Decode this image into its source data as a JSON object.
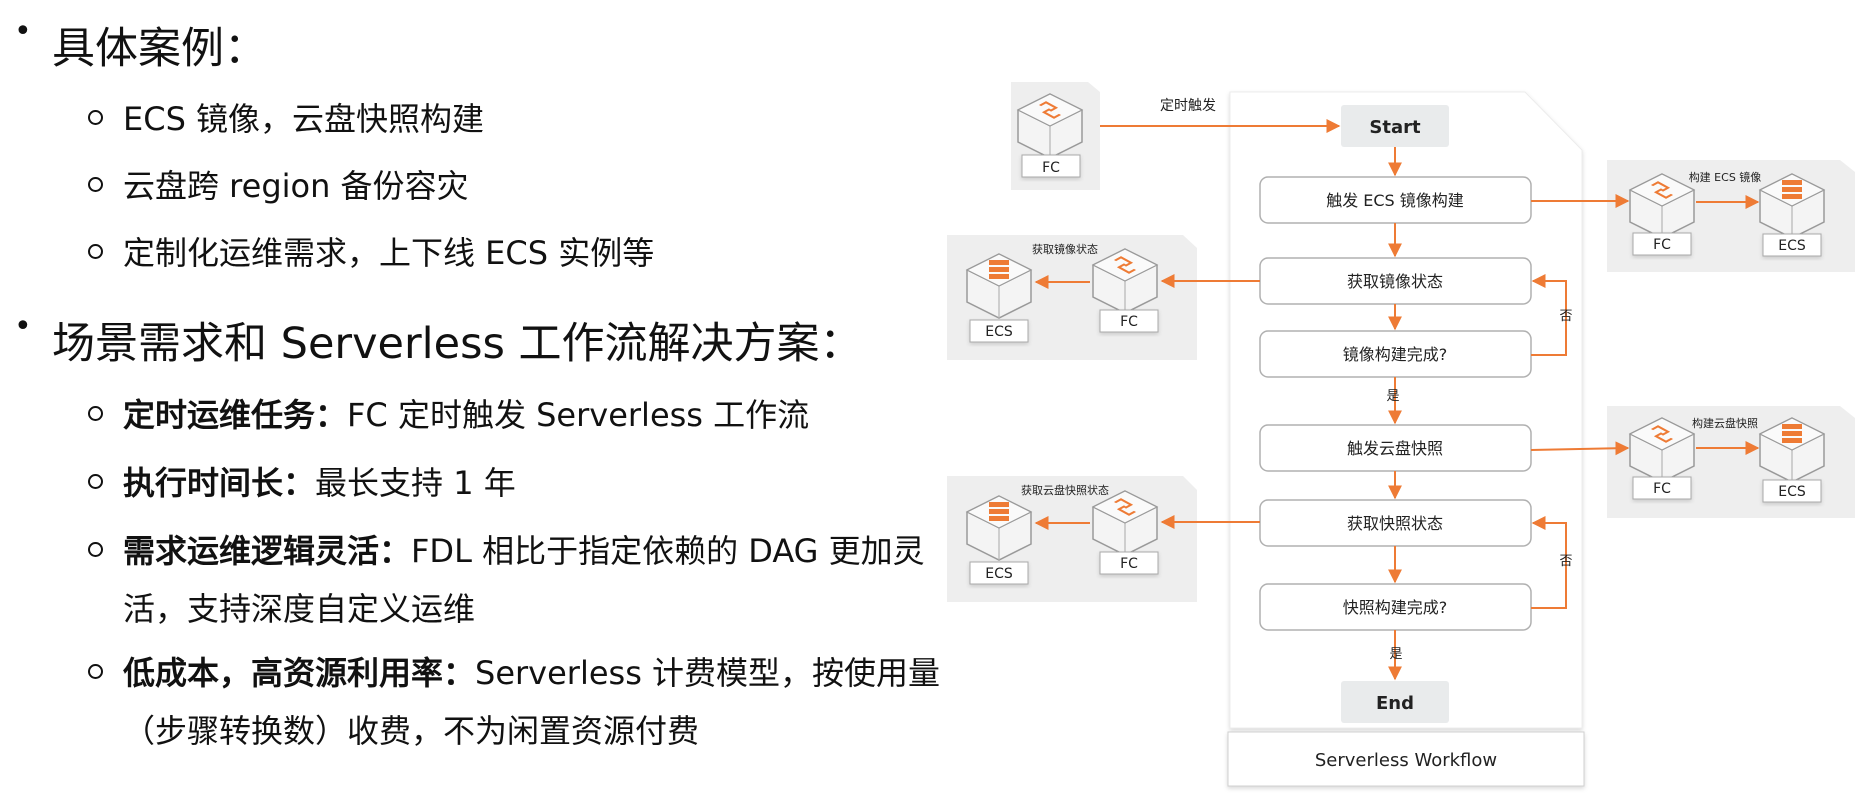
{
  "left_text": {
    "section1": {
      "bullet": "•",
      "title": "具体案例：",
      "items": [
        "ECS 镜像，云盘快照构建",
        "云盘跨 region 备份容灾",
        "定制化运维需求，上下线 ECS 实例等"
      ]
    },
    "section2": {
      "bullet": "•",
      "title": "场景需求和 Serverless 工作流解决方案：",
      "items": [
        {
          "bold": "定时运维任务：",
          "text": "FC 定时触发 Serverless 工作流",
          "cont": ""
        },
        {
          "bold": "执行时间长：",
          "text": "最长支持 1 年",
          "cont": ""
        },
        {
          "bold": "需求运维逻辑灵活：",
          "text": "FDL 相比于指定依赖的 DAG 更加灵",
          "cont": "活，支持深度自定义运维"
        },
        {
          "bold": "低成本，高资源利用率：",
          "text": "Serverless 计费模型，按使用量",
          "cont": "（步骤转换数）收费，不为闲置资源付费"
        }
      ]
    }
  },
  "diagram": {
    "start": "Start",
    "end": "End",
    "workflow_label": "Serverless Workflow",
    "steps": {
      "trigger_image": "触发 ECS 镜像构建",
      "get_image_status": "获取镜像状态",
      "image_done": "镜像构建完成?",
      "trigger_snapshot": "触发云盘快照",
      "get_snapshot_status": "获取快照状态",
      "snapshot_done": "快照构建完成?"
    },
    "edge_labels": {
      "timer": "定时触发",
      "no": "否",
      "yes": "是"
    },
    "panels": {
      "timer_fc": {
        "fc": "FC"
      },
      "build_image": {
        "title": "构建 ECS 镜像",
        "fc": "FC",
        "ecs": "ECS"
      },
      "get_image": {
        "title": "获取镜像状态",
        "fc": "FC",
        "ecs": "ECS"
      },
      "build_snapshot": {
        "title": "构建云盘快照",
        "fc": "FC",
        "ecs": "ECS"
      },
      "get_snapshot": {
        "title": "获取云盘快照状态",
        "fc": "FC",
        "ecs": "ECS"
      }
    },
    "colors": {
      "accent": "#ee7b35",
      "panel": "#eeeeee",
      "terminal": "#e9ebec"
    },
    "icons": [
      "fc-function-icon",
      "ecs-server-icon"
    ]
  }
}
